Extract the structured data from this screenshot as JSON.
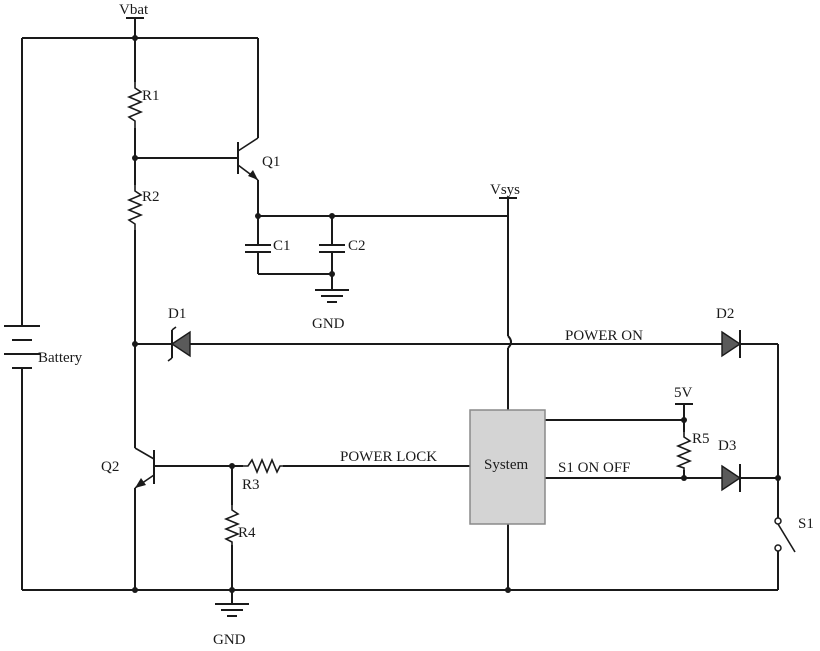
{
  "labels": {
    "vbat": "Vbat",
    "vsys": "Vsys",
    "r1": "R1",
    "r2": "R2",
    "r3": "R3",
    "r4": "R4",
    "r5": "R5",
    "q1": "Q1",
    "q2": "Q2",
    "c1": "C1",
    "c2": "C2",
    "gnd_top": "GND",
    "gnd_bottom": "GND",
    "d1": "D1",
    "d2": "D2",
    "d3": "D3",
    "s1": "S1",
    "battery": "Battery",
    "power_on": "POWER ON",
    "power_lock": "POWER LOCK",
    "s1_on_off": "S1 ON OFF",
    "five_v": "5V",
    "system": "System"
  }
}
